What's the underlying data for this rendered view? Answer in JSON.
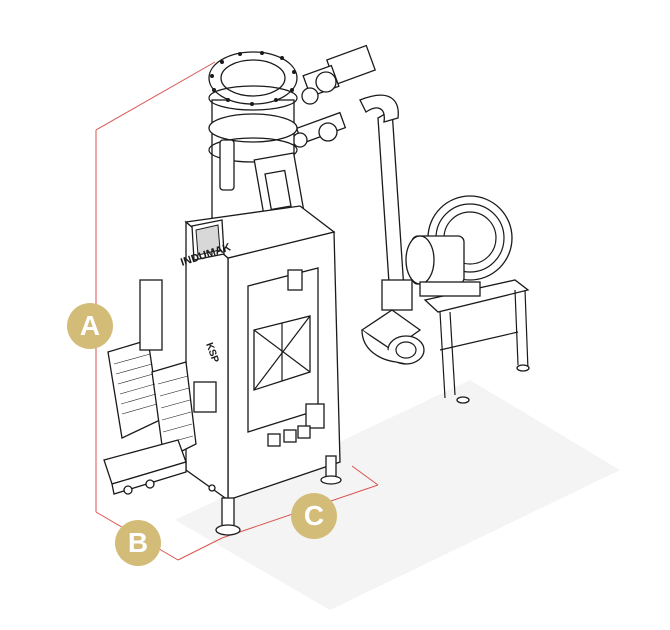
{
  "machine": {
    "brand": "INDUMAK",
    "model": "KSP"
  },
  "dimensions": {
    "a": "A",
    "b": "B",
    "c": "C"
  },
  "colors": {
    "badge": "#d2bc78",
    "dimension_line": "#d9534f",
    "outline": "#1a1a1a"
  }
}
